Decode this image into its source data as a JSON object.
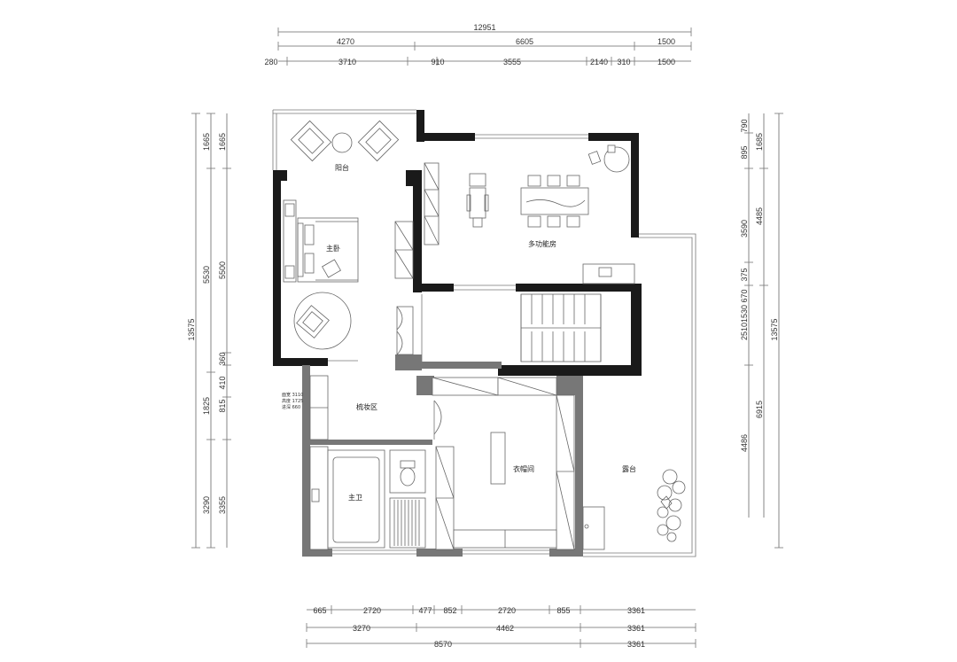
{
  "colors": {
    "wall_dark": "#1a1a1a",
    "wall_grey": "#777777",
    "line": "#666666",
    "text": "#333333",
    "background": "#ffffff"
  },
  "dimensions": {
    "top": {
      "total": "12951",
      "row2": [
        "4270",
        "6605",
        "1500"
      ],
      "row3": [
        "280",
        "3710",
        "910",
        "3555",
        "2140",
        "310",
        "1500"
      ]
    },
    "bottom": {
      "row1": [
        "665",
        "2720",
        "477",
        "852",
        "2720",
        "855",
        "3361"
      ],
      "row2": [
        "3270",
        "4462",
        "3361"
      ],
      "row3": [
        "8570",
        "3361"
      ]
    },
    "left": {
      "total": "13575",
      "col2": [
        "1665",
        "5530",
        "1825",
        "3290"
      ],
      "col3": [
        "1665",
        "5500",
        "360",
        "815",
        "410",
        "3355"
      ]
    },
    "right": {
      "total": "13575",
      "col1": [
        "790",
        "895",
        "3590",
        "375",
        "2510",
        "1530",
        "670",
        "4486"
      ],
      "col2": [
        "1685",
        "4485",
        "6915"
      ]
    }
  },
  "rooms": {
    "balcony": "阳台",
    "master_bedroom": "主卧",
    "multifunction_room": "多功能房",
    "dressing_area": "梳妆区",
    "master_bath": "主卫",
    "walkin_closet": "衣帽间",
    "terrace": "露台"
  },
  "notes": {
    "vanity": [
      "面宽 3110",
      "高度 1725",
      "进深 660"
    ]
  },
  "icons": [
    "armchair-icon",
    "round-table-icon",
    "double-bed-icon",
    "desk-icon",
    "dining-table-icon",
    "toilet-icon",
    "bathtub-icon",
    "shower-icon",
    "staircase-icon",
    "plant-icon",
    "door-swing-icon"
  ]
}
